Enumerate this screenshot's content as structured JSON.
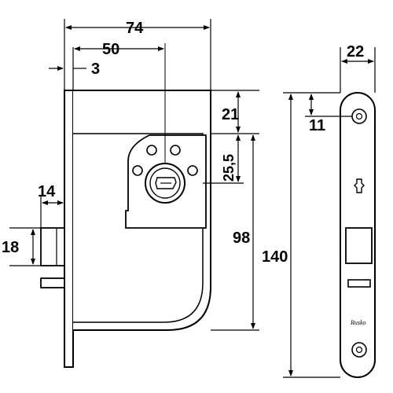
{
  "diagram": {
    "dimensions": {
      "overall_width": "74",
      "backset": "50",
      "faceplate_thickness": "3",
      "top_offset": "21",
      "cylinder_spacing": "25,5",
      "bolt_length": "14",
      "bolt_height": "18",
      "case_height": "98",
      "faceplate_height": "140",
      "faceplate_width": "22",
      "screw_offset": "11"
    },
    "brand_mark": "Rusko",
    "colors": {
      "line": "#000000",
      "background": "#ffffff"
    }
  }
}
